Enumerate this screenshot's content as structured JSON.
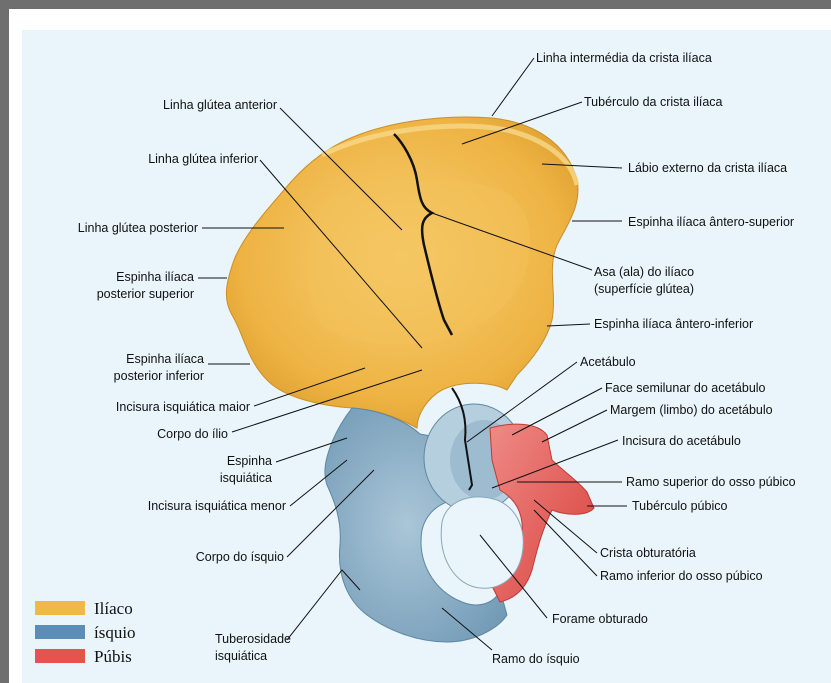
{
  "colors": {
    "iliac": "#f0b848",
    "ischium": "#8fb3c9",
    "pubis": "#e4534e",
    "background": "#e9f5fb",
    "frame": "#6f6f6f"
  },
  "labels": {
    "linha_intermedia": "Linha intermédia da crista ilíaca",
    "tuberculo_crista": "Tubérculo da crista ilíaca",
    "labio_externo": "Lábio externo da crista ilíaca",
    "espinha_antero_superior": "Espinha ilíaca ântero-superior",
    "asa_l1": "Asa (ala) do ilíaco",
    "asa_l2": "(superfície glútea)",
    "espinha_antero_inferior": "Espinha ilíaca ântero-inferior",
    "acetabulo": "Acetábulo",
    "face_semilunar": "Face semilunar do acetábulo",
    "margem": "Margem (limbo) do acetábulo",
    "incisura_acetabulo": "Incisura do acetábulo",
    "ramo_superior": "Ramo superior do osso púbico",
    "tuberculo_pubico": "Tubérculo púbico",
    "crista_obturatoria": "Crista obturatória",
    "ramo_inferior": "Ramo inferior do osso púbico",
    "forame_obturado": "Forame obturado",
    "ramo_isquio": "Ramo do ísquio",
    "linha_glutea_anterior": "Linha glútea anterior",
    "linha_glutea_inferior": "Linha glútea inferior",
    "linha_glutea_posterior": "Linha glútea posterior",
    "espinha_post_sup_l1": "Espinha ilíaca",
    "espinha_post_sup_l2": "posterior superior",
    "espinha_post_inf_l1": "Espinha ilíaca",
    "espinha_post_inf_l2": "posterior inferior",
    "incisura_isquiatica_maior": "Incisura isquiática maior",
    "corpo_ilio": "Corpo do ílio",
    "espinha_isquiatica_l1": "Espinha",
    "espinha_isquiatica_l2": "isquiática",
    "incisura_isquiatica_menor": "Incisura isquiática menor",
    "corpo_isquio": "Corpo do ísquio",
    "tuberosidade_l1": "Tuberosidade",
    "tuberosidade_l2": "isquiática"
  },
  "legend": [
    {
      "label": "Ilíaco",
      "color": "#f0b848"
    },
    {
      "label": "ísquio",
      "color": "#5b8db6"
    },
    {
      "label": "Púbis",
      "color": "#e4534e"
    }
  ]
}
